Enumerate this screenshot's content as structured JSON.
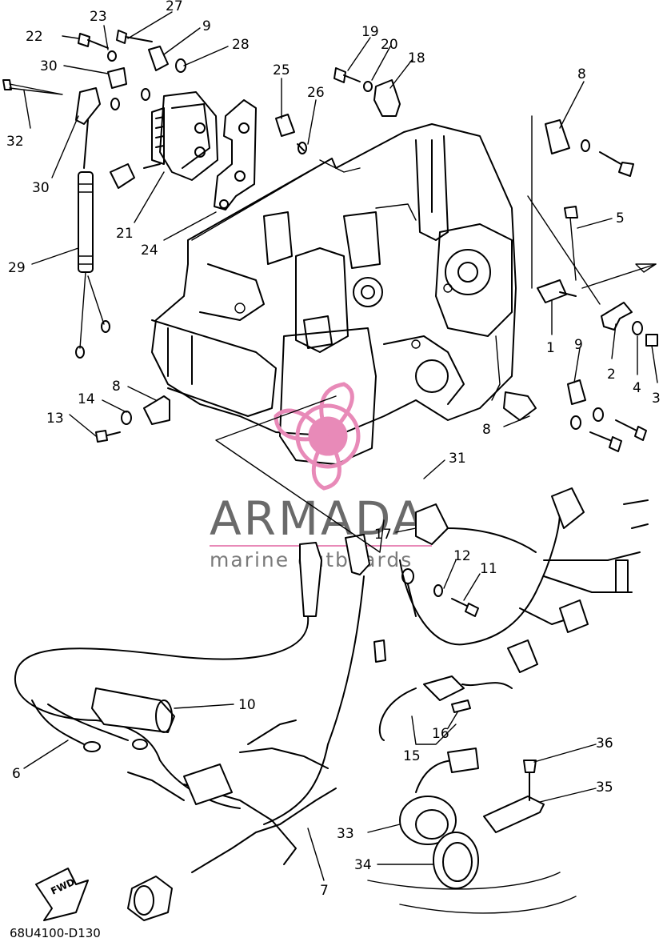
{
  "watermark": {
    "brand": "ARMADA",
    "tagline": "marine outboards",
    "logo_color": "#e88ab8",
    "text_color": "#6a6a6a"
  },
  "diagram_code": "68U4100-D130",
  "fwd_label": "FWD",
  "callouts": {
    "n1": "1",
    "n2": "2",
    "n3": "3",
    "n4": "4",
    "n5": "5",
    "n6": "6",
    "n7": "7",
    "n8a": "8",
    "n8b": "8",
    "n8c": "8",
    "n9a": "9",
    "n9b": "9",
    "n10": "10",
    "n11": "11",
    "n12": "12",
    "n13": "13",
    "n14": "14",
    "n15": "15",
    "n16": "16",
    "n17": "17",
    "n18": "18",
    "n19": "19",
    "n20": "20",
    "n21": "21",
    "n22": "22",
    "n23": "23",
    "n24": "24",
    "n25": "25",
    "n26": "26",
    "n27": "27",
    "n28": "28",
    "n29": "29",
    "n30a": "30",
    "n30b": "30",
    "n31": "31",
    "n32": "32",
    "n33": "33",
    "n34": "34",
    "n35": "35",
    "n36": "36"
  }
}
